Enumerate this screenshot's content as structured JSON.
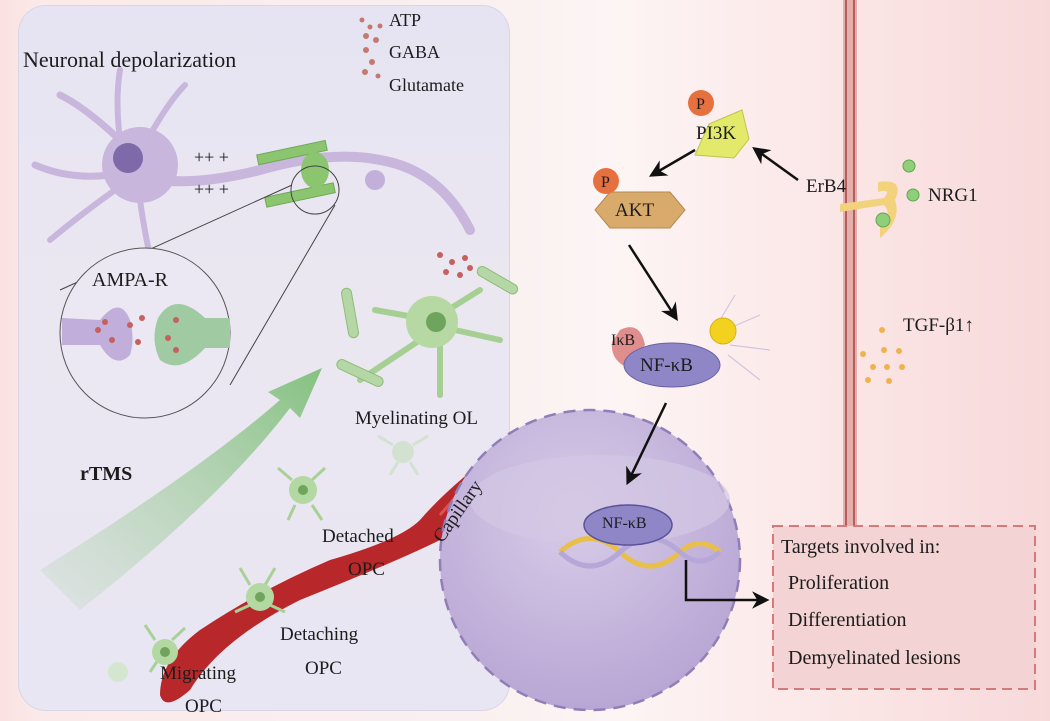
{
  "left_panel": {
    "title": "Neuronal depolarization",
    "legend": [
      "ATP",
      "GABA",
      "Glutamate"
    ],
    "charges_top": "++ +",
    "charges_bottom": "++ +",
    "inset_label": "AMPA-R",
    "stimulus": "rTMS",
    "cells": {
      "myelinating": "Myelinating OL",
      "detached": [
        "Detached",
        "OPC"
      ],
      "detaching": [
        "Detaching",
        "OPC"
      ],
      "migrating": [
        "Migrating",
        "OPC"
      ]
    },
    "vessel": "Capillary"
  },
  "right_panel": {
    "pi3k": "PI3K",
    "akt": "AKT",
    "phospho": "P",
    "receptor": "ErB4",
    "ligand": "NRG1",
    "tgf": "TGF-β1↑",
    "ikb": "IκB",
    "nfkb_cyto": "NF-κB",
    "nfkb_nuc": "NF-κB",
    "targets_title": "Targets involved in:",
    "targets": [
      "Proliferation",
      "Differentiation",
      "Demyelinated lesions"
    ]
  },
  "colors": {
    "neuron": "#c9b6dc",
    "oligodendrocyte": "#9cc98a",
    "capillary": "#b8282a",
    "pi3k": "#e3e96a",
    "akt": "#d8ab6c",
    "phospho": "#e7703f",
    "nfkb": "#8f86c8",
    "ikb": "#e08d8d",
    "membrane": "#c2726f",
    "nucleus": "#c8b6dc",
    "target_box": "#f3d3d3",
    "target_border": "#d47a7a"
  }
}
